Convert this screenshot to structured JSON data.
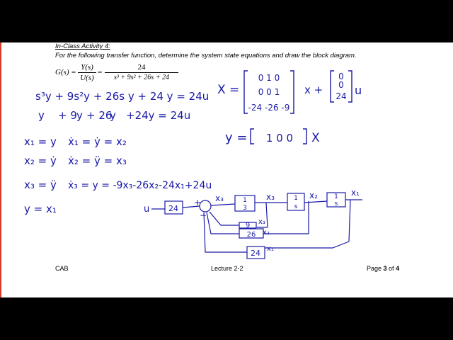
{
  "activity": {
    "title": "In-Class Activity 4:",
    "instruction": "For the following transfer function, determine the system state equations and draw the block diagram."
  },
  "transfer_function": {
    "lhs": "G(s) =",
    "num1": "Y(s)",
    "den1": "U(s)",
    "eq": "=",
    "num2": "24",
    "den2": "s³ + 9s² + 26s + 24"
  },
  "handwritten": {
    "ode1": "s³y + 9s²y + 26s y + 24 y = 24u",
    "ode2_y3": "y",
    "ode2_plus9": "+ 9",
    "ode2_y2": "y",
    "ode2_plus26": "+ 26",
    "ode2_y1": "y",
    "ode2_rest": "+24y = 24u",
    "def1": "x₁ = y",
    "def2": "x₂ = ẏ",
    "def3": "x₃ = ÿ",
    "deriv1": "ẋ₁ = ẏ = x₂",
    "deriv2": "ẋ₂ = ÿ = x₃",
    "deriv3": "ẋ₃ = y = -9x₃-26x₂-24x₁+24u",
    "output_def": "y = x₁",
    "state_lhs": "X =",
    "A_row1": "0  1  0",
    "A_row2": "0  0  1",
    "A_row3": "-24 -26 -9",
    "x_mult": "x  +",
    "B_row1": "0",
    "B_row2": "0",
    "B_row3": "24",
    "u_mult": "u",
    "output_eq_lhs": "y =",
    "C_row": "1  0  0",
    "output_x": "X"
  },
  "diagram": {
    "input": "u",
    "gain_in": "24",
    "plus": "+",
    "minus": "−",
    "x3_out": "x₃",
    "int1_num": "1",
    "int1_den": "3",
    "x3_label": "x₃",
    "int2_num": "1",
    "int2_den": "s",
    "x2_label": "x₂",
    "int3_num": "1",
    "int3_den": "s",
    "x1_label": "x₁",
    "gain9": "9",
    "gain9_tag": "x₃",
    "gain26": "26",
    "gain26_tag": "x₂",
    "gain24": "24",
    "gain24_tag": "x₁"
  },
  "footer": {
    "left": "CAB",
    "center": "Lecture 2-2",
    "page_prefix": "Page ",
    "page_current": "3",
    "page_mid": " of ",
    "page_total": "4"
  },
  "colors": {
    "ink": "#1a1aa8",
    "accent_edge": "#d93b2b"
  }
}
